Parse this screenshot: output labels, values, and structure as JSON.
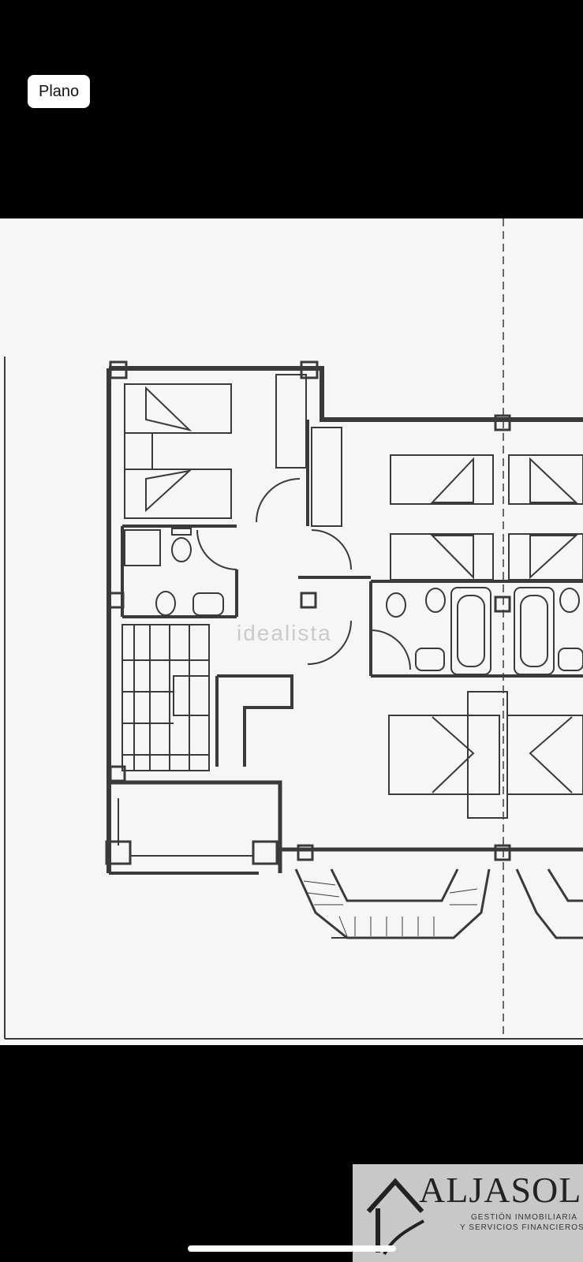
{
  "header": {
    "tag_label": "Plano"
  },
  "plan": {
    "watermark": "idealista"
  },
  "logo": {
    "brand": "ALJASOL",
    "line1": "GESTIÓN INMOBILIARIA",
    "line2": "Y SERVICIOS FINANCIEROS"
  },
  "colors": {
    "background": "#000000",
    "paper": "#f6f6f6",
    "ink": "#3a3a3a"
  }
}
